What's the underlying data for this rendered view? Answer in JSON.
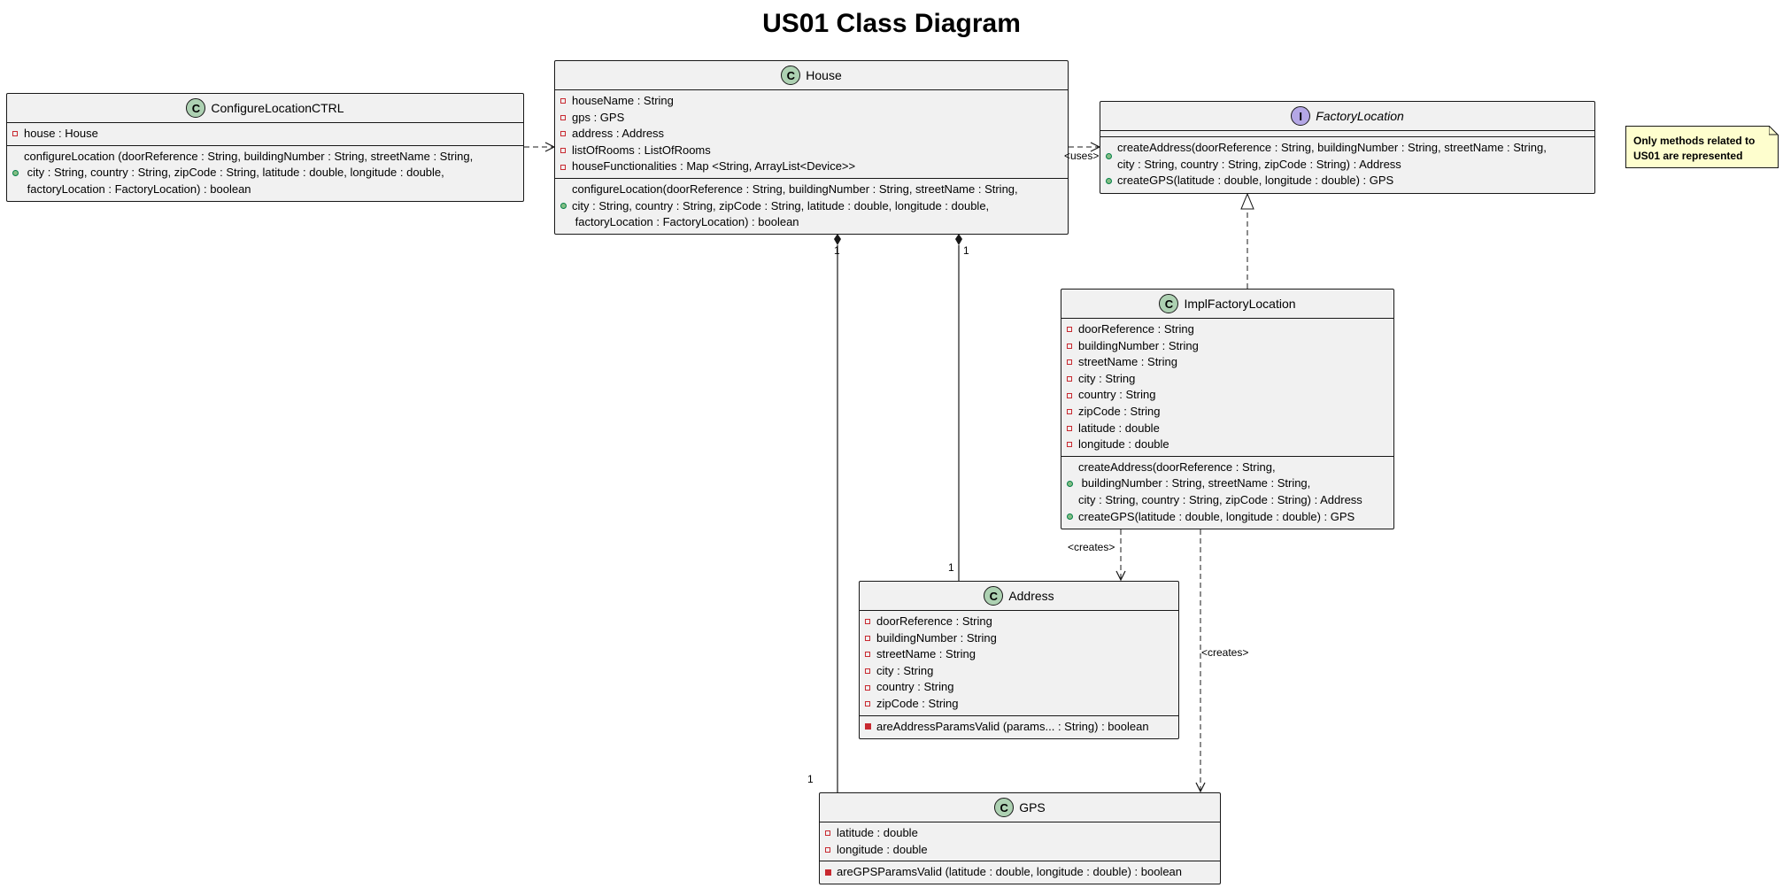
{
  "title": "US01 Class Diagram",
  "classes": {
    "configure": {
      "name": "ConfigureLocationCTRL",
      "attributes": [
        "house : House"
      ],
      "method_lines": [
        "configureLocation (doorReference : String, buildingNumber : String, streetName : String,",
        " city : String, country : String, zipCode : String, latitude : double, longitude : double,",
        " factoryLocation : FactoryLocation) : boolean"
      ]
    },
    "house": {
      "name": "House",
      "attributes": [
        "houseName : String",
        "gps : GPS",
        "address : Address",
        "listOfRooms : ListOfRooms",
        "houseFunctionalities : Map <String, ArrayList<Device>>"
      ],
      "method_lines": [
        "configureLocation(doorReference : String, buildingNumber : String, streetName : String,",
        "city : String, country : String, zipCode : String, latitude : double, longitude : double,",
        " factoryLocation : FactoryLocation) : boolean"
      ]
    },
    "factory": {
      "name": "FactoryLocation",
      "method1_lines": [
        "createAddress(doorReference : String, buildingNumber : String, streetName : String,",
        "city : String, country : String, zipCode : String) : Address"
      ],
      "method2": "createGPS(latitude : double, longitude : double) : GPS"
    },
    "impl": {
      "name": "ImplFactoryLocation",
      "attributes": [
        "doorReference : String",
        "buildingNumber : String",
        "streetName : String",
        "city : String",
        "country : String",
        "zipCode : String",
        "latitude : double",
        "longitude : double"
      ],
      "method1_lines": [
        "createAddress(doorReference : String,",
        " buildingNumber : String, streetName : String,",
        "city : String, country : String, zipCode : String) : Address"
      ],
      "method2": "createGPS(latitude : double, longitude : double) : GPS"
    },
    "address": {
      "name": "Address",
      "attributes": [
        "doorReference : String",
        "buildingNumber : String",
        "streetName : String",
        "city : String",
        "country : String",
        "zipCode : String"
      ],
      "method": "areAddressParamsValid (params... : String) : boolean"
    },
    "gps": {
      "name": "GPS",
      "attributes": [
        "latitude : double",
        "longitude : double"
      ],
      "method": "areGPSParamsValid (latitude : double, longitude : double) : boolean"
    }
  },
  "note": {
    "lines": [
      "Only methods related to",
      "US01 are represented"
    ]
  },
  "labels": {
    "uses": "<uses>",
    "creates_address": "<creates>",
    "creates_gps": "<creates>",
    "mult_house_gps_top": "1",
    "mult_house_address_top": "1",
    "mult_address": "1",
    "mult_gps": "1"
  },
  "colors": {
    "class_fill": "#f1f1f1",
    "border": "#181818",
    "class_badge": "#add1b2",
    "interface_badge": "#b4a7e5",
    "note_fill": "#fefece"
  }
}
